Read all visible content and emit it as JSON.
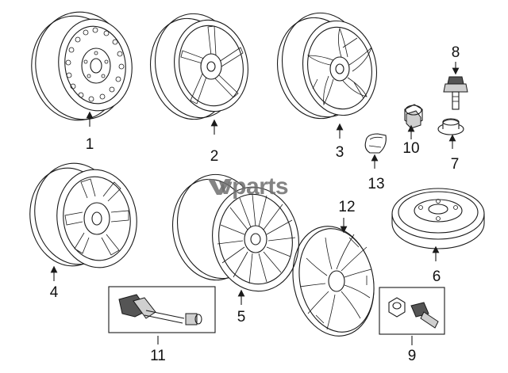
{
  "watermark": "vparts",
  "callouts": {
    "c1": "1",
    "c2": "2",
    "c3": "3",
    "c4": "4",
    "c5": "5",
    "c6": "6",
    "c7": "7",
    "c8": "8",
    "c9": "9",
    "c10": "10",
    "c11": "11",
    "c12": "12",
    "c13": "13"
  }
}
